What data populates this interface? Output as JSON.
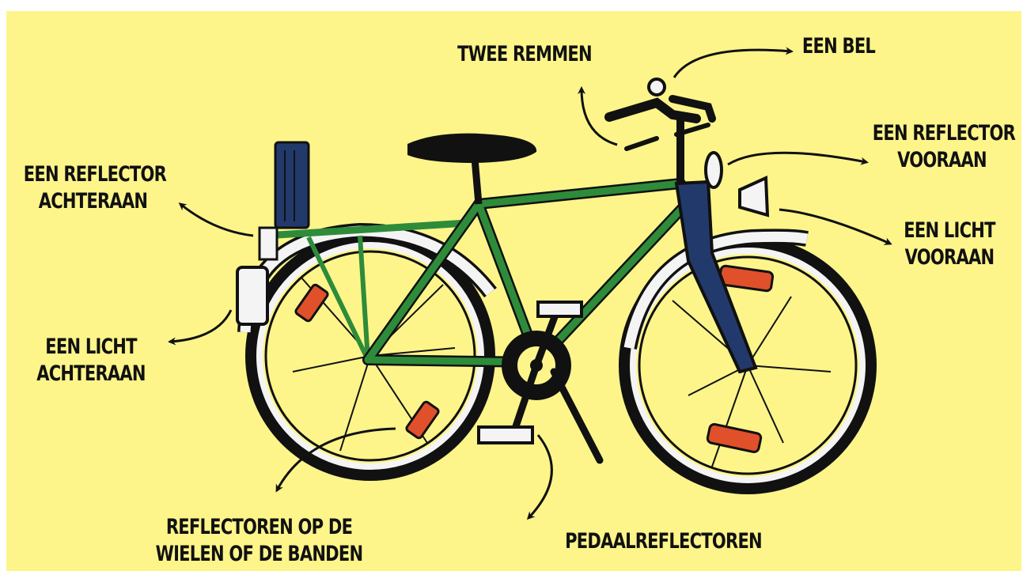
{
  "colors": {
    "background": "#fdf58a",
    "frame": "#2e8b3a",
    "fork": "#223a6b",
    "reflector": "#e0502a",
    "ink": "#111111",
    "fender": "#f4f4f4"
  },
  "labels": {
    "remmen": "TWEE REMMEN",
    "bel": "EEN BEL",
    "reflector_voor_1": "EEN REFLECTOR",
    "reflector_voor_2": "VOORAAN",
    "reflector_achter_1": "EEN REFLECTOR",
    "reflector_achter_2": "ACHTERAAN",
    "licht_voor_1": "EEN LICHT",
    "licht_voor_2": "VOORAAN",
    "licht_achter_1": "EEN LICHT",
    "licht_achter_2": "ACHTERAAN",
    "wiel_1": "REFLECTOREN OP DE",
    "wiel_2": "WIELEN OF DE BANDEN",
    "pedaal": "PEDAALREFLECTOREN"
  }
}
